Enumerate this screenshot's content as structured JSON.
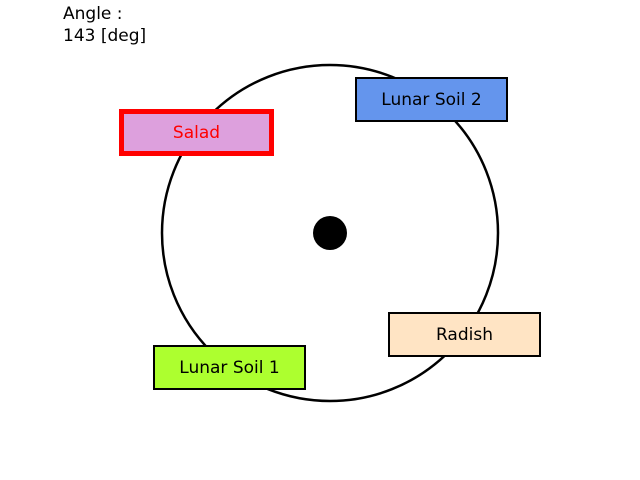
{
  "angle": {
    "label": "Angle :",
    "value": "143 [deg]"
  },
  "colors": {
    "circle": "#000000",
    "hub": "#000000",
    "selected_border": "#ff0000",
    "selected_text": "#ff0000"
  },
  "items": [
    {
      "name": "salad",
      "label": "Salad",
      "color": "#dda0dd",
      "selected": true
    },
    {
      "name": "lunar-soil-2",
      "label": "Lunar Soil 2",
      "color": "#6495ed",
      "selected": false
    },
    {
      "name": "radish",
      "label": "Radish",
      "color": "#ffe4c4",
      "selected": false
    },
    {
      "name": "lunar-soil-1",
      "label": "Lunar Soil 1",
      "color": "#adff2f",
      "selected": false
    }
  ]
}
